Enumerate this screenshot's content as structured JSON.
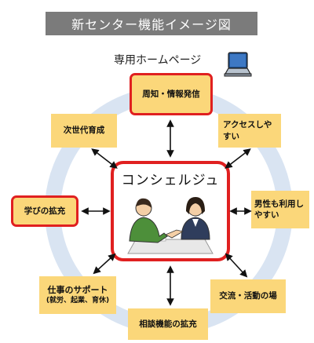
{
  "title": "新センター機能イメージ図",
  "homepage_label": "専用ホームページ",
  "center": {
    "label": "コンシェルジュ"
  },
  "nodes": {
    "announce": "周知・情報発信",
    "next_gen": "次世代育成",
    "access": "アクセスしやすい",
    "learning": "学びの拡充",
    "gender": "男性も利用しやすい",
    "work_support": "仕事のサポート",
    "work_support_sub": "(就労、起業、育休)",
    "exchange": "交流・活動の場",
    "consult": "相談機能の拡充"
  },
  "colors": {
    "box_fill": "#fbd77a",
    "highlight_border": "#e02020",
    "ring": "#d9e4f2",
    "title_bar": "#7b7b7b"
  },
  "icons": [
    "laptop-icon",
    "double-arrow-icon",
    "consultation-illustration"
  ]
}
